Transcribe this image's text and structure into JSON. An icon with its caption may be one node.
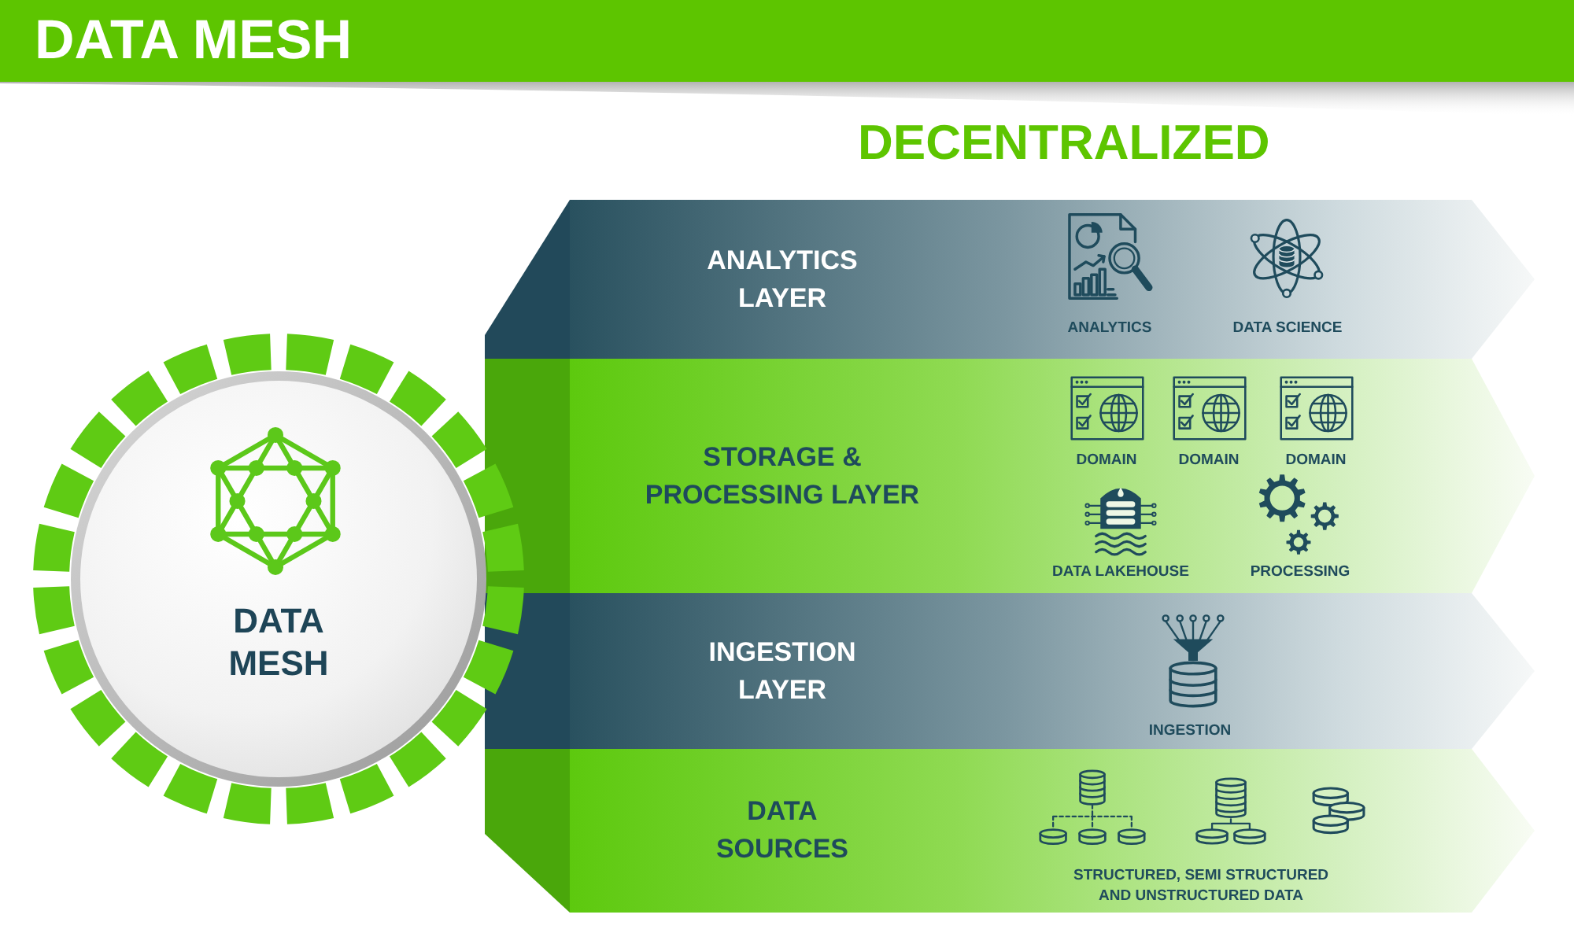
{
  "diagram": {
    "title": "DATA MESH",
    "nodes": [
      {
        "text": [
          "DATA MESH"
        ]
      },
      {
        "text": [
          "ANALYTICS LAYER",
          "ANALYTICS",
          "DATA SCIENCE"
        ]
      },
      {
        "text": [
          "STORAGE & PROCESSING LAYER",
          "DOMAIN",
          "DOMAIN",
          "DOMAIN",
          "DATA LAKEHOUSE",
          "PROCESSING"
        ]
      },
      {
        "text": [
          "INGESTION LAYER",
          "INGESTION"
        ]
      },
      {
        "text": [
          "DATA SOURCES",
          "STRUCTURED, SEMI STRUCTURED AND UNSTRUCTURED DATA"
        ]
      }
    ],
    "labels": [
      "DECENTRALIZED"
    ]
  }
}
